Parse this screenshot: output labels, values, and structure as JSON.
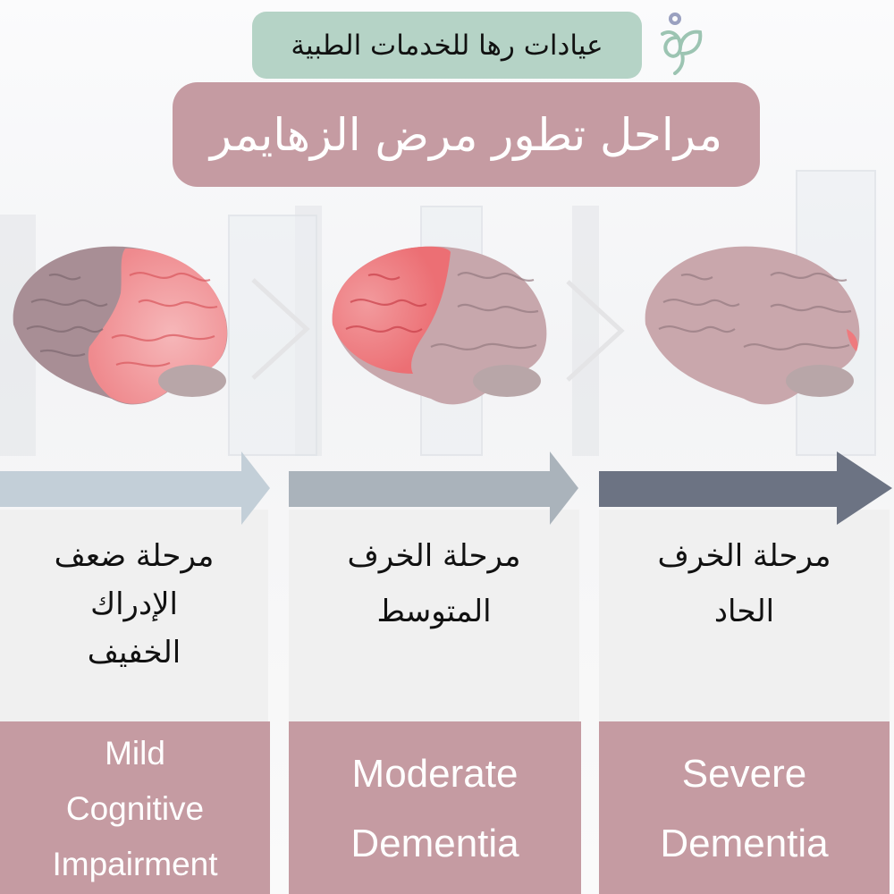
{
  "header": {
    "brand_name": "عيادات رها للخدمات الطبية",
    "brand_icon": "leaf-person-logo-icon",
    "title": "مراحل تطور مرض الزهايمر"
  },
  "colors": {
    "brand_pill": "#b5d3c6",
    "title_pill": "#c59ba2",
    "english_box": "#c59ba2",
    "arabic_box": "#f0f0f0",
    "arrow_1": "#c3cfd8",
    "arrow_2": "#aab3bb",
    "arrow_3": "#6c7383"
  },
  "stages": [
    {
      "brain_icon": "brain-temporal-parietal-highlight-icon",
      "arabic_lines": [
        "مرحلة ضعف",
        "الإدراك",
        "الخفيف"
      ],
      "english_lines": [
        "Mild",
        "Cognitive",
        "Impairment"
      ]
    },
    {
      "brain_icon": "brain-frontal-highlight-icon",
      "arabic_lines": [
        "مرحلة الخرف",
        "المتوسط"
      ],
      "english_lines": [
        "Moderate",
        "Dementia"
      ]
    },
    {
      "brain_icon": "brain-occipital-highlight-icon",
      "arabic_lines": [
        "مرحلة الخرف",
        "الحاد"
      ],
      "english_lines": [
        "Severe",
        "Dementia"
      ]
    }
  ]
}
